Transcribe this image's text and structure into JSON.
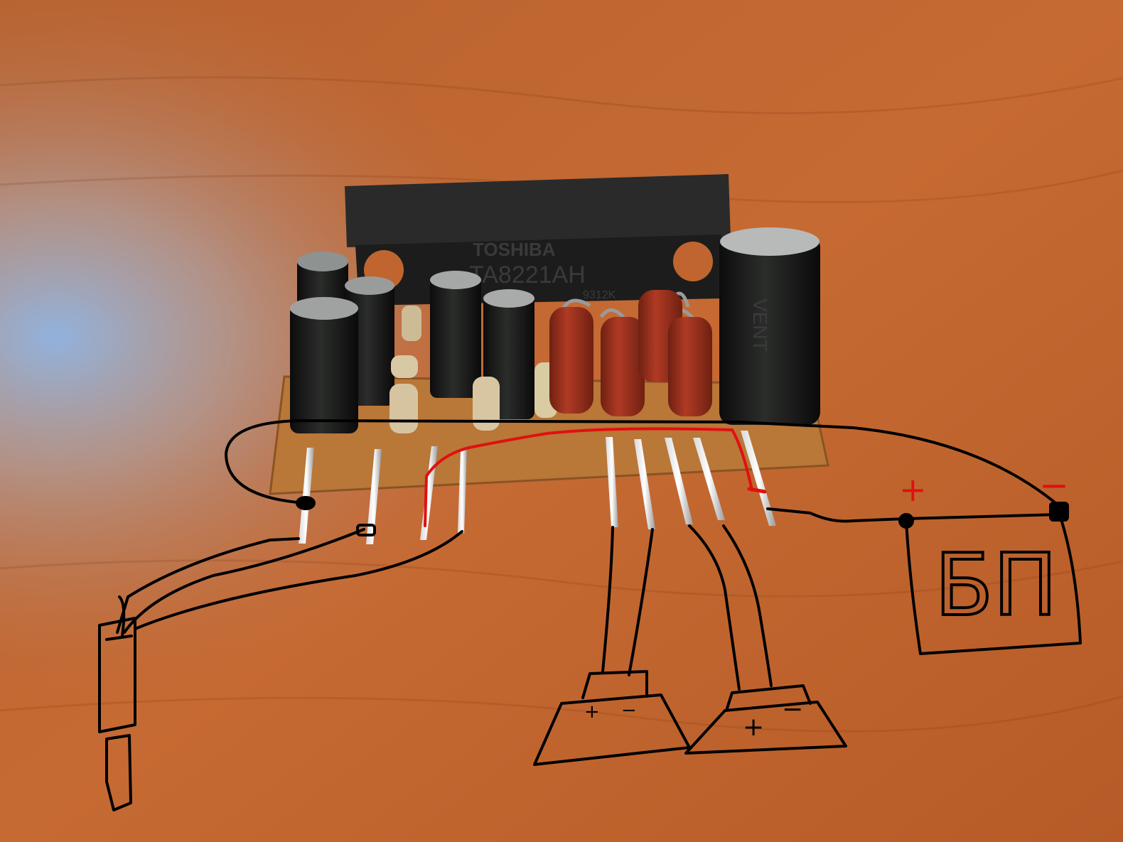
{
  "photo": {
    "chip_brand": "TOSHIBA",
    "chip_model": "TA8221AH",
    "chip_code": "9312K",
    "capacitor_brand": "VENT",
    "psu_label": "БП",
    "psu_plus": "+",
    "psu_minus": "−",
    "speaker_left_plus": "+",
    "speaker_left_minus": "−",
    "speaker_right_plus": "+",
    "speaker_right_minus": "−"
  },
  "colors": {
    "table": "#c0652f",
    "pcb": "#b97738",
    "ic_body": "#1e1e1e",
    "resistor_red": "#9b2f1c",
    "ink_black": "#000000",
    "ink_red": "#e01010"
  }
}
